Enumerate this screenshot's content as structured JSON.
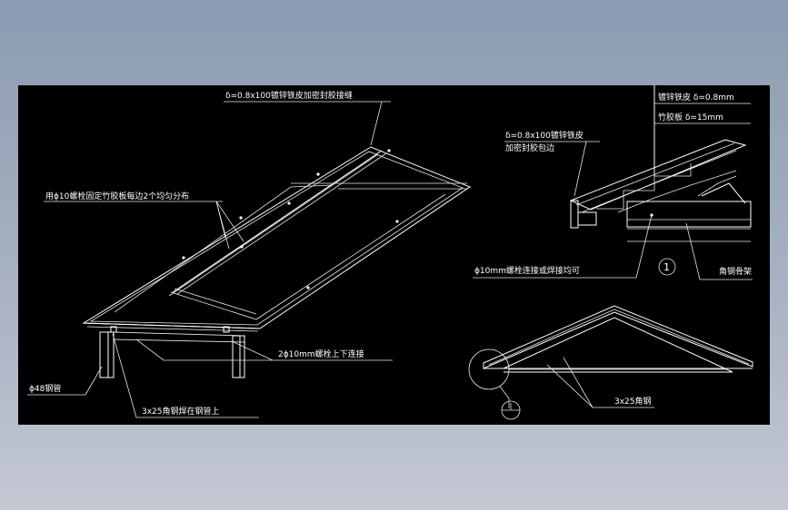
{
  "colors": {
    "background": "#000000",
    "lines": "#ffffff",
    "page": "#9aa6b8"
  },
  "labels": {
    "top_note": "δ=0.8x100镀锌铁皮加密封胶接缝",
    "bolt_note": "用ϕ10螺栓固定竹胶板每边2个均匀分布",
    "pipe": "ϕ48钢管",
    "angle_weld": "3x25角钢焊在钢管上",
    "bolt_updown": "2ϕ10mm螺栓上下连接",
    "detail_sheet_line1": "δ=0.8x100镀锌铁皮",
    "detail_sheet_line2": "加密封胶包边",
    "galv_sheet": "镀锌铁皮 δ=0.8mm",
    "bamboo_board": "竹胶板 δ=15mm",
    "bolt_or_weld": "ϕ10mm螺栓连接或焊接均可",
    "angle_frame": "角钢骨架",
    "angle_steel": "3x25角钢",
    "detail_mark": "1"
  }
}
